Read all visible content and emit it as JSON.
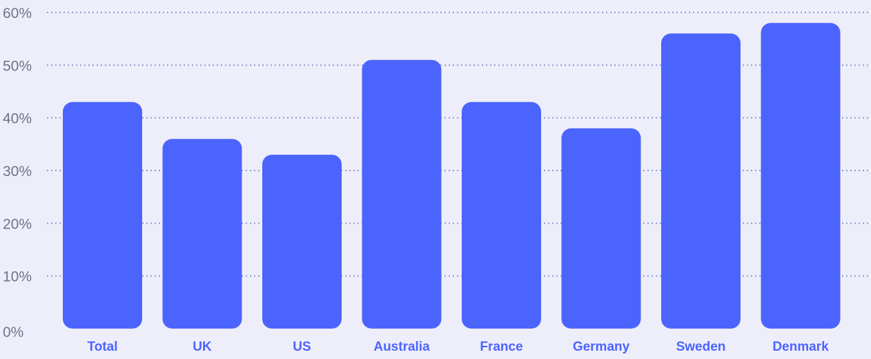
{
  "chart_data": {
    "type": "bar",
    "categories": [
      "Total",
      "UK",
      "US",
      "Australia",
      "France",
      "Germany",
      "Sweden",
      "Denmark"
    ],
    "values": [
      43,
      36,
      33,
      51,
      43,
      38,
      56,
      58
    ],
    "value_unit": "%",
    "yticks": [
      "0%",
      "10%",
      "20%",
      "30%",
      "40%",
      "50%",
      "60%"
    ],
    "ylim": [
      0,
      60
    ],
    "grid": true,
    "legend": "none",
    "title": "",
    "xlabel": "",
    "ylabel": ""
  },
  "colors": {
    "background": "#eeeefb",
    "bar": "#4c64fe",
    "category_label": "#4c64fe",
    "tick_label": "#6f7385",
    "grid": "#8f99c9"
  }
}
